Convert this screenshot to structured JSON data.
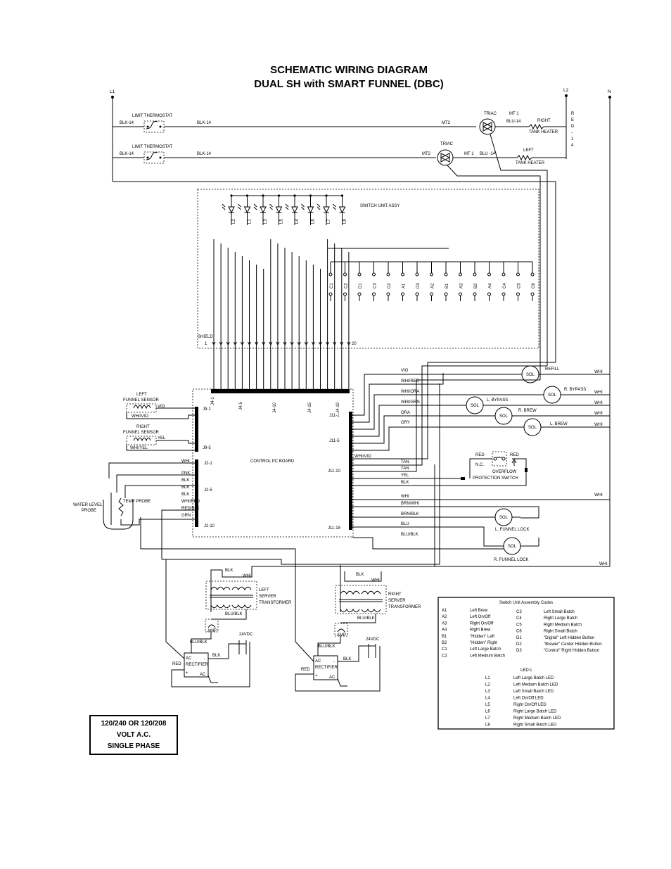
{
  "title": {
    "line1": "SCHEMATIC WIRING DIAGRAM",
    "line2": "DUAL SH with SMART FUNNEL (DBC)"
  },
  "power": {
    "l1": "L1",
    "l2": "L2",
    "n": "N",
    "red14": [
      "R",
      "E",
      "D",
      "-",
      "1",
      "4"
    ]
  },
  "top": {
    "limit_thermostat": "LIMIT THERMOSTAT",
    "blk14": "BLK-14",
    "triac": "TRIAC",
    "mt1": "MT 1",
    "mt2": "MT2",
    "blu14a": "BLU-14",
    "blu14b": "BLU -14",
    "mt1b": "MT 1",
    "right": "RIGHT",
    "left": "LEFT",
    "tank_heater": "TANK HEATER"
  },
  "switch_unit": {
    "label": "SWITCH UNIT ASSY",
    "leds": [
      "L2",
      "L1",
      "L3",
      "L5",
      "L4",
      "L6",
      "L7",
      "L8"
    ],
    "switches": [
      "C1",
      "C2",
      "D1",
      "C3",
      "D2",
      "A1",
      "D3",
      "A2",
      "B1",
      "A3",
      "B2",
      "A4",
      "C4",
      "C5",
      "C6"
    ],
    "shield": "SHIELD",
    "pin1": "1",
    "pin20": "20"
  },
  "board": {
    "label": "CONTROL PC BOARD",
    "j4": [
      "J4-1",
      "J4-5",
      "J4-10",
      "J4-15",
      "J4-19"
    ],
    "j9_1": "J9-1",
    "j9_5": "J9-5",
    "j2_1": "J2-1",
    "j2_5": "J2-5",
    "j2_10": "J2-10",
    "j11_1": "J11-1",
    "j11_5": "J11-5",
    "j11_10": "J11-10",
    "j11_18": "J11-18"
  },
  "sensors": {
    "left_funnel": "LEFT\nFUNNEL SENSOR",
    "left_funnel_l1": "LEFT",
    "left_funnel_l2": "FUNNEL SENSOR",
    "vio": "VIO",
    "whi_vio": "WHI/VIO",
    "right_funnel_l1": "RIGHT",
    "right_funnel_l2": "FUNNEL SENSOR",
    "yel": "YEL",
    "whi_yel": "WHI/YEL",
    "water_level_l1": "WATER LEVEL",
    "water_level_l2": "PROBE",
    "temp_probe": "TEMP PROBE"
  },
  "j2_wires": [
    "WHI",
    "PNK",
    "BLK",
    "BLK",
    "BLK",
    "WHI/RED",
    "RED/BLK",
    "GRN"
  ],
  "outputs": {
    "vio": "VIO",
    "whi_red": "WHI/RED",
    "whi_ora": "WHI/ORA",
    "whi_grn": "WHI/GRN",
    "ora": "ORA",
    "gry": "GRY",
    "whi_vio": "WHI/VIO",
    "tan1": "TAN",
    "tan2": "TAN",
    "yel": "YEL",
    "blk": "BLK",
    "whi": "WHI",
    "brn_whi": "BRN/WHI",
    "brn_blk": "BRN/BLK",
    "blu": "BLU",
    "blu_blk": "BLU/BLK",
    "sol": "SOL",
    "refill": "REFILL",
    "r_bypass": "R. BYPASS",
    "l_bypass": "L. BYPASS",
    "r_brew": "R. BREW",
    "l_brew": "L. BREW",
    "l_funnel_lock": "L. FUNNEL LOCK",
    "r_funnel_lock": "R. FUNNEL LOCK",
    "whi_n": "WHI",
    "overflow_red1": "RED",
    "overflow_red2": "RED",
    "nc": "N.C.",
    "overflow_l1": "OVERFLOW",
    "overflow_l2": "PROTECTION SWITCH"
  },
  "transformers": {
    "blk": "BLK",
    "whi": "WHI",
    "left_l1": "LEFT",
    "left_l2": "SERVER",
    "left_l3": "TRANSFORMER",
    "right_l1": "RIGHT",
    "right_l2": "SERVER",
    "right_l3": "TRANSFORMER",
    "blu_blk": "BLU/BLK",
    "amp": "AMP",
    "ac": "AC",
    "rectifier": "RECTIFIER",
    "red": "RED",
    "vdc": "24VDC",
    "plus": "+",
    "minus": "-"
  },
  "codes": {
    "title": "Switch Unit Assembly Codes",
    "left": [
      [
        "A1",
        "Left Brew"
      ],
      [
        "A2",
        "Left On/Off"
      ],
      [
        "A3",
        "Right On/Off"
      ],
      [
        "A4",
        "Right Brew"
      ],
      [
        "B1",
        "\"Hidden\" Left"
      ],
      [
        "B2",
        "\"Hidden\" Right"
      ],
      [
        "C1",
        "Left Large Batch"
      ],
      [
        "C2",
        "Left Medium Batch"
      ]
    ],
    "right": [
      [
        "C3",
        "Left Small Batch"
      ],
      [
        "C4",
        "Right Large Batch"
      ],
      [
        "C5",
        "Right Medium Batch"
      ],
      [
        "C6",
        "Right Small Batch"
      ],
      [
        "D1",
        "\"Digital\" Left Hidden Button"
      ],
      [
        "D2",
        "\"Brewer\" Center Hidden Button"
      ],
      [
        "D3",
        "\"Control\" Right Hidden Button"
      ]
    ],
    "leds_title": "LED's",
    "leds": [
      [
        "L1",
        "Left Large Batch LED"
      ],
      [
        "L2",
        "Left Medium Batch LED"
      ],
      [
        "L3",
        "Left Small Batch LED"
      ],
      [
        "L4",
        "Left On/Off LED"
      ],
      [
        "L5",
        "Right On/Off LED"
      ],
      [
        "L6",
        "Right Large Batch LED"
      ],
      [
        "L7",
        "Right Medium Batch LED"
      ],
      [
        "L8",
        "Right Small Batch LED"
      ]
    ]
  },
  "voltage": {
    "line1": "120/240 OR 120/208",
    "line2": "VOLT A.C.",
    "line3": "SINGLE PHASE"
  }
}
